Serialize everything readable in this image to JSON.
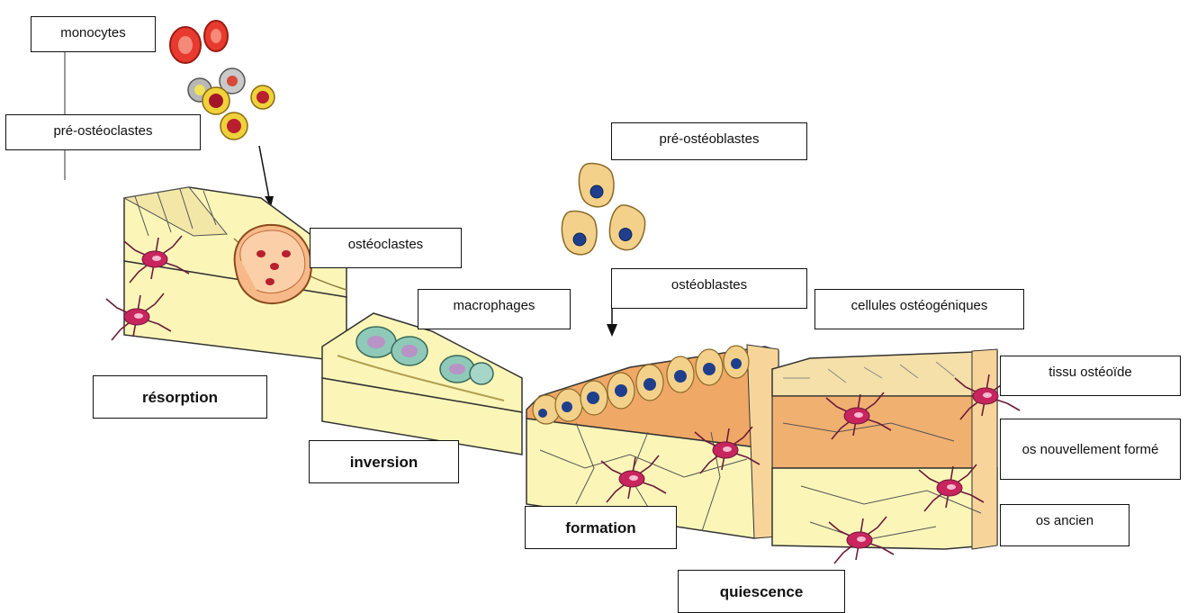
{
  "labels": {
    "monocytes": "monocytes",
    "pre_osteoclastes": "pré-ostéoclastes",
    "pre_osteoblastes": "pré-ostéoblastes",
    "osteoclastes": "ostéoclastes",
    "macrophages": "macrophages",
    "osteoblastes": "ostéoblastes",
    "cellules_osteogeniques": "cellules ostéogéniques",
    "tissu_osteoide": "tissu ostéoïde",
    "os_nouvellement_forme": "os nouvellement formé",
    "os_ancien": "os ancien"
  },
  "phases": {
    "resorption": "résorption",
    "inversion": "inversion",
    "formation": "formation",
    "quiescence": "quiescence"
  },
  "colors": {
    "bone_old": "#fbf6b8",
    "bone_new": "#f7d59a",
    "osteoid": "#f0a866",
    "cell_red": "#d92b2b",
    "osteocyte": "#c8245e",
    "nucleus_blue": "#1f3f8c",
    "macrophage": "#8fc9b8"
  }
}
